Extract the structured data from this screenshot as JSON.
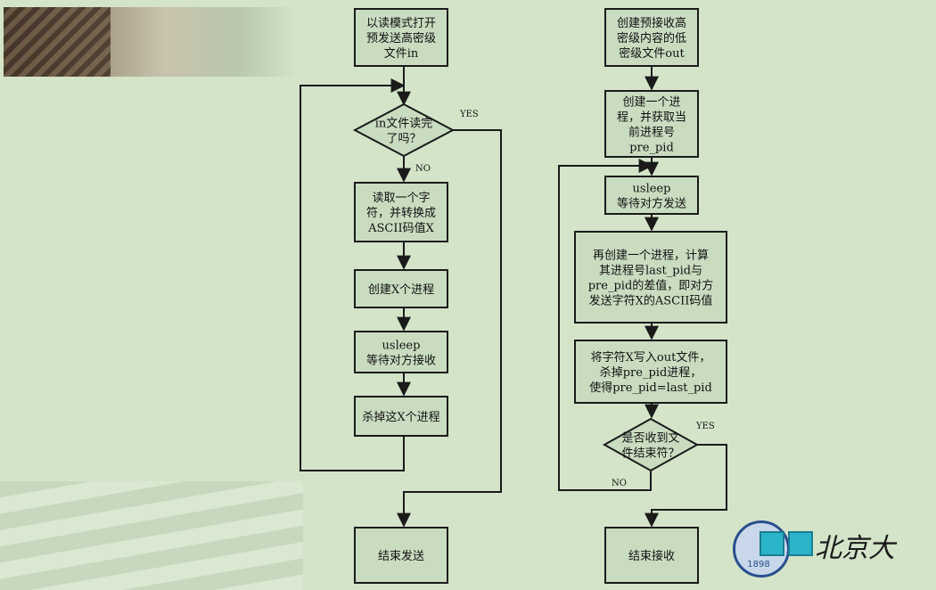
{
  "flowchart_left": {
    "open_file": [
      "以读模式打开",
      "预发送高密级",
      "文件in"
    ],
    "file_done_q": [
      "in文件读完",
      "了吗？"
    ],
    "yes_label": "YES",
    "no_label": "NO",
    "read_char": [
      "读取一个字",
      "符，并转换成",
      "ASCII码值X"
    ],
    "create_x": [
      "创建X个进程"
    ],
    "usleep_wait_recv": [
      "usleep",
      "等待对方接收"
    ],
    "kill_x": [
      "杀掉这X个进程"
    ],
    "end_send": [
      "结束发送"
    ]
  },
  "flowchart_right": {
    "create_out": [
      "创建预接收高",
      "密级内容的低",
      "密级文件out"
    ],
    "create_proc": [
      "创建一个进",
      "程，并获取当",
      "前进程号",
      "pre_pid"
    ],
    "usleep_wait_send": [
      "usleep",
      "等待对方发送"
    ],
    "create_again": [
      "再创建一个进程，计算",
      "其进程号last_pid与",
      "pre_pid的差值，即对方",
      "发送字符X的ASCII码值"
    ],
    "write_char": [
      "将字符X写入out文件，",
      "杀掉pre_pid进程，",
      "使得pre_pid=last_pid"
    ],
    "eof_q": [
      "是否收到文",
      "件结束符？"
    ],
    "yes_label": "YES",
    "no_label": "NO",
    "end_recv": [
      "结束接收"
    ]
  },
  "logo": {
    "year": "1898",
    "calligraphy": "北京大"
  },
  "colors": {
    "background": "#d3e4c8",
    "node_fill": "#c9dcc0",
    "stroke": "#1a1a1a"
  }
}
